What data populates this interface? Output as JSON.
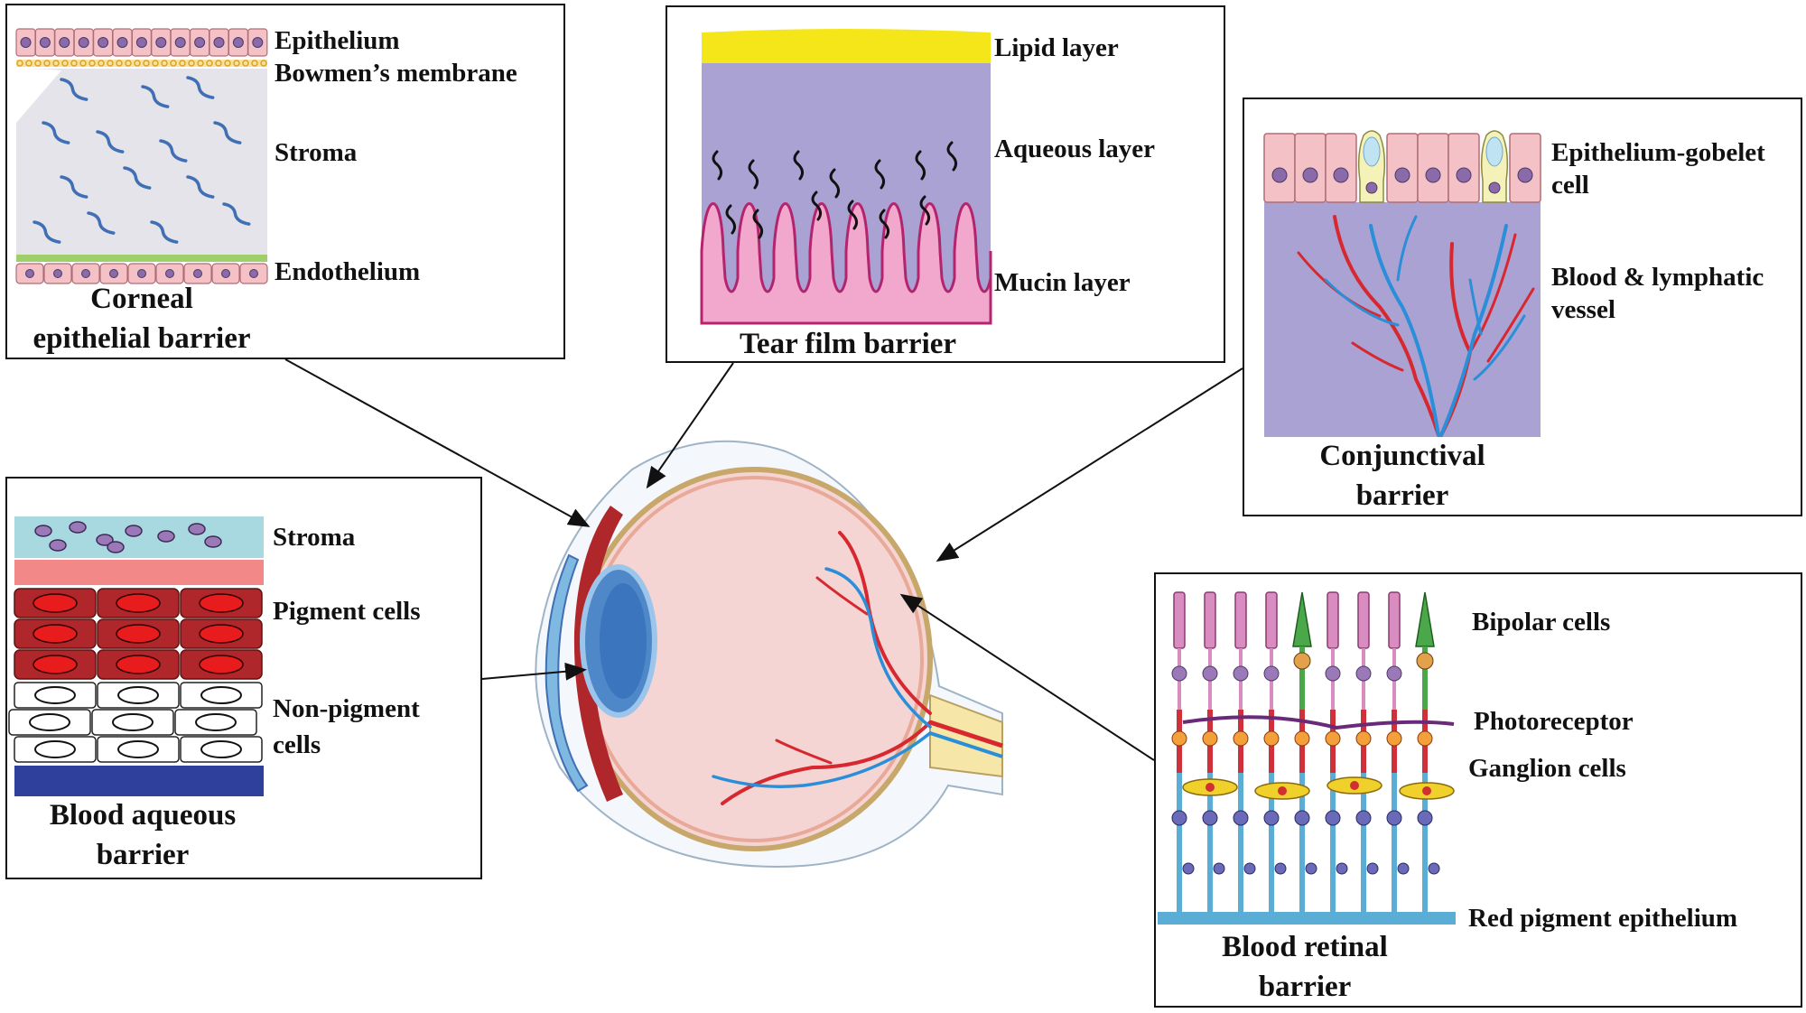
{
  "panels": {
    "cornea": {
      "caption": [
        "Corneal",
        "epithelial barrier"
      ],
      "labels": {
        "epithelium": "Epithelium",
        "bowman": "Bowmen’s membrane",
        "stroma": "Stroma",
        "endothelium": "Endothelium"
      }
    },
    "tear": {
      "caption": "Tear film barrier",
      "labels": {
        "lipid": "Lipid layer",
        "aqueous": "Aqueous layer",
        "mucin": "Mucin layer"
      }
    },
    "conjunctiva": {
      "caption": [
        "Conjunctival",
        "barrier"
      ],
      "labels": {
        "epithelium1": "Epithelium-gobelet",
        "epithelium2": "cell",
        "vessel1": "Blood & lymphatic",
        "vessel2": "vessel"
      }
    },
    "aqueous": {
      "caption": [
        "Blood aqueous",
        "barrier"
      ],
      "labels": {
        "stroma": "Stroma",
        "pigment": "Pigment cells",
        "nonpigment1": "Non-pigment",
        "nonpigment2": "cells"
      }
    },
    "retina": {
      "caption": [
        "Blood retinal",
        "barrier"
      ],
      "labels": {
        "bipolar": "Bipolar cells",
        "photo": "Photoreceptor",
        "ganglion": "Ganglion cells",
        "rpe": "Red pigment epithelium"
      }
    }
  },
  "colors": {
    "epithelium": "#f4c2c6",
    "stroma_gray": "#e4e4ea",
    "fiber": "#3f6fb5",
    "lipid": "#f5e61a",
    "aqueous": "#a9a2d3",
    "mucin": "#f2a7cc",
    "vessel_red": "#d7282f",
    "vessel_blue": "#2a8ed8",
    "pigment_dark": "#b0272b",
    "retina_pink": "#d98cc0",
    "retina_red": "#d0303a",
    "retina_blue": "#5aaed6"
  }
}
